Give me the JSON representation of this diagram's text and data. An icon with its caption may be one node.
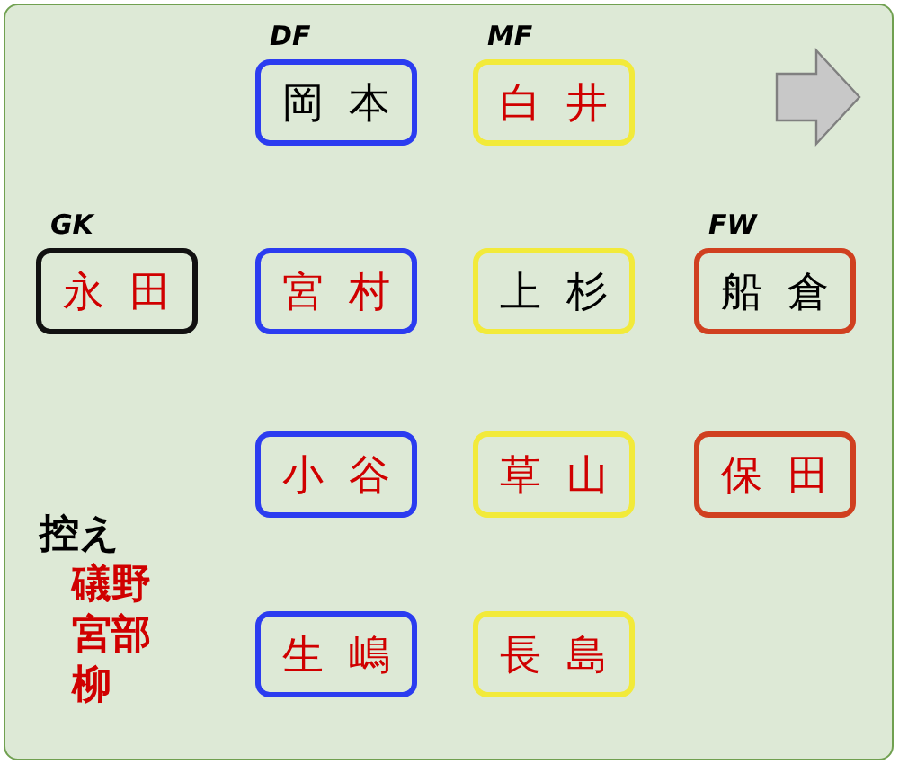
{
  "diagram": {
    "nodes": [
      {
        "text": [
          "DF",
          "岡本"
        ]
      },
      {
        "text": [
          "MF",
          "白井"
        ]
      },
      {
        "text": [
          "GK",
          "永田"
        ]
      },
      {
        "text": [
          "宮村"
        ]
      },
      {
        "text": [
          "上杉"
        ]
      },
      {
        "text": [
          "FW",
          "船倉"
        ]
      },
      {
        "text": [
          "小谷"
        ]
      },
      {
        "text": [
          "草山"
        ]
      },
      {
        "text": [
          "保田"
        ]
      },
      {
        "text": [
          "生嶋"
        ]
      },
      {
        "text": [
          "長島"
        ]
      }
    ],
    "labels": [
      "控え",
      "礒野",
      "宮部",
      "柳"
    ]
  }
}
